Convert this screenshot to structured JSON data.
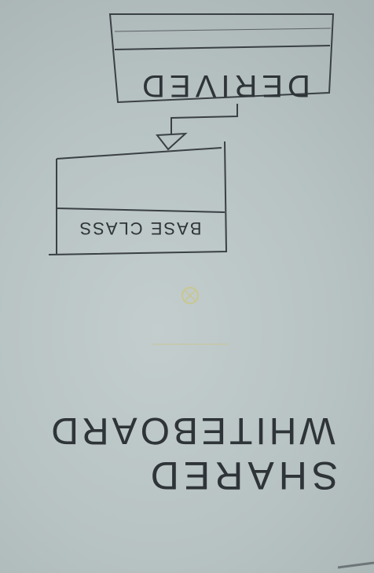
{
  "whiteboard": {
    "title_line_1": "SHARED",
    "title_line_2": "WHITEBOARD"
  },
  "uml": {
    "derived_class": {
      "name": "DERIVED"
    },
    "base_class": {
      "name": "BASE CLASS"
    }
  },
  "colors": {
    "board": "#b9c4c4",
    "ink": "#2e3438",
    "magnet_button": "#c9c78e"
  }
}
